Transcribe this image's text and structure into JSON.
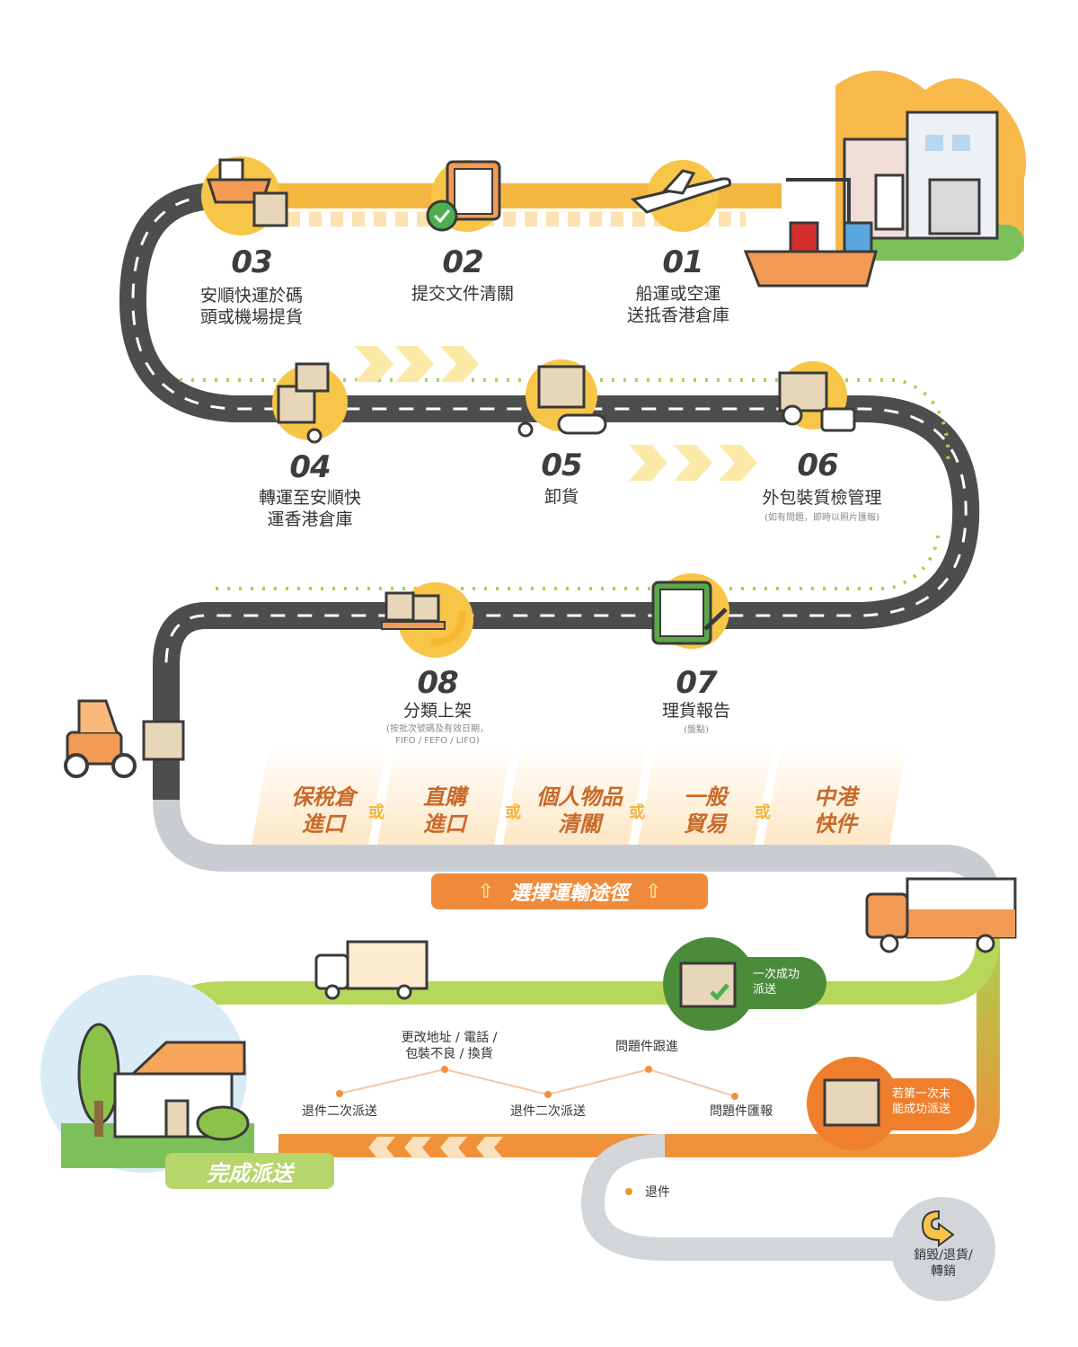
{
  "colors": {
    "road": "#555555",
    "road_light": "#c9cdd1",
    "orange": "#f0913a",
    "yellow": "#f7c548",
    "green": "#9ccc47",
    "dark_green": "#4a8c3a"
  },
  "steps": [
    {
      "num": "01",
      "title": "船運或空運\n送抵香港倉庫",
      "note": ""
    },
    {
      "num": "02",
      "title": "提交文件清關",
      "note": ""
    },
    {
      "num": "03",
      "title": "安順快運於碼\n頭或機場提貨",
      "note": ""
    },
    {
      "num": "04",
      "title": "轉運至安順快\n運香港倉庫",
      "note": ""
    },
    {
      "num": "05",
      "title": "卸貨",
      "note": ""
    },
    {
      "num": "06",
      "title": "外包裝質檢管理",
      "note": "(如有問題，即時以照片匯報)"
    },
    {
      "num": "07",
      "title": "理貨報告",
      "note": "(盤點)"
    },
    {
      "num": "08",
      "title": "分類上架",
      "note": "(按批次號碼及有效日期，\nFIFO / FEFO / LIFO)"
    }
  ],
  "routes": [
    "保稅倉\n進口",
    "直購\n進口",
    "個人物品\n清關",
    "一般\n貿易",
    "中港\n快件"
  ],
  "or_label": "或",
  "choose_route": "選擇運輸途徑",
  "delivery": {
    "success_once": "一次成功\n派送",
    "if_first_fail": "若第一次未\n能成功派送",
    "change_info": "更改地址 / 電話 /\n包裝不良 / 換貨",
    "issue_followup": "問題件跟進",
    "retry_1": "退件二次派送",
    "retry_2": "退件二次派送",
    "issue_report": "問題件匯報",
    "return": "退件",
    "destroy": "銷毀/退貨/\n轉銷",
    "complete": "完成派送"
  }
}
